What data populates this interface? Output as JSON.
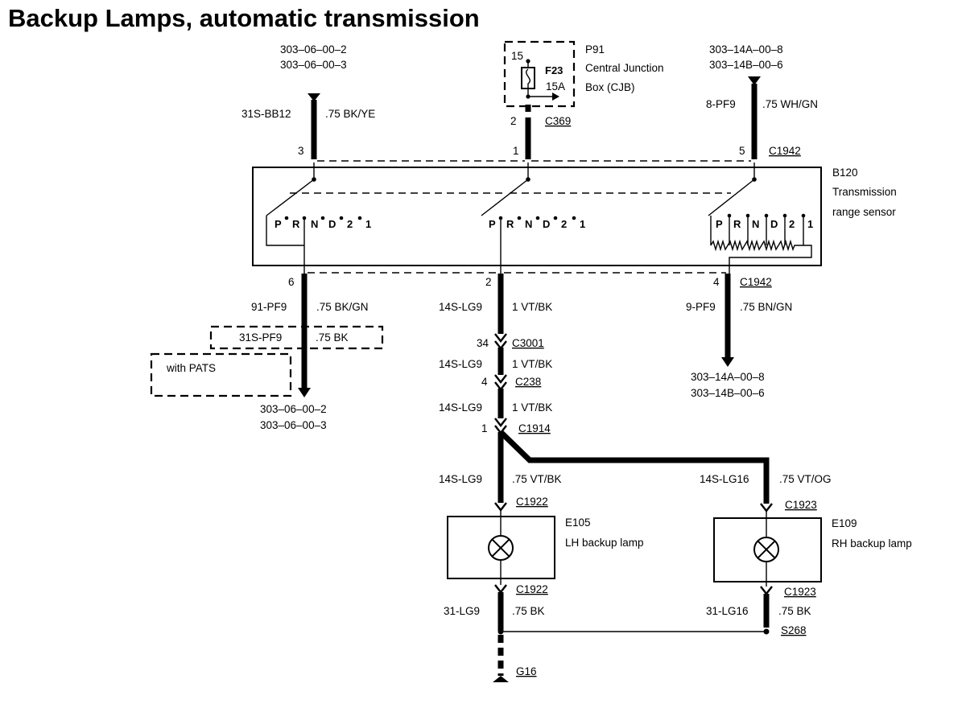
{
  "title": "Backup Lamps, automatic transmission",
  "refs": {
    "top_left_1": "303–06–00–2",
    "top_left_2": "303–06–00–3",
    "top_right_1": "303–14A–00–8",
    "top_right_2": "303–14B–00–6",
    "bottom_left_1": "303–06–00–2",
    "bottom_left_2": "303–06–00–3",
    "bottom_right_1": "303–14A–00–8",
    "bottom_right_2": "303–14B–00–6"
  },
  "cjb": {
    "id": "P91",
    "name_1": "Central Junction",
    "name_2": "Box (CJB)",
    "pin": "15",
    "fuse": "F23",
    "rating": "15A",
    "out_pin": "2",
    "connector": "C369"
  },
  "sensor": {
    "id": "B120",
    "name_1": "Transmission",
    "name_2": "range sensor",
    "connector": "C1942",
    "pins": {
      "p3": "3",
      "p1": "1",
      "p5": "5",
      "p6": "6",
      "p2": "2",
      "p4": "4"
    },
    "positions": [
      "P",
      "R",
      "N",
      "D",
      "2",
      "1"
    ]
  },
  "wires": {
    "w1_circuit": "31S-BB12",
    "w1_spec": ".75 BK/YE",
    "w2_circuit": "8-PF9",
    "w2_spec": ".75 WH/GN",
    "w3_circuit": "91-PF9",
    "w3_spec": ".75 BK/GN",
    "w3_alt_circuit": "31S-PF9",
    "w3_alt_spec": ".75 BK",
    "w3_alt_option": "with PATS",
    "w4_circuit": "14S-LG9",
    "w4_spec": "1 VT/BK",
    "w5_circuit": "9-PF9",
    "w5_spec": ".75 BN/GN",
    "w6_circuit": "14S-LG9",
    "w6_spec": "1 VT/BK",
    "w7_circuit": "14S-LG9",
    "w7_spec": "1 VT/BK",
    "w8_circuit": "14S-LG9",
    "w8_spec": ".75 VT/BK",
    "w9_circuit": "14S-LG16",
    "w9_spec": ".75 VT/OG",
    "w10_circuit": "31-LG9",
    "w10_spec": ".75 BK",
    "w11_circuit": "31-LG16",
    "w11_spec": ".75 BK"
  },
  "connectors": {
    "c3001_pin": "34",
    "c3001": "C3001",
    "c238_pin": "4",
    "c238": "C238",
    "c1914_pin": "1",
    "c1914": "C1914",
    "c1922_top": "C1922",
    "c1922_bottom": "C1922",
    "c1923_top": "C1923",
    "c1923_bottom": "C1923",
    "splice": "S268",
    "ground": "G16"
  },
  "lamps": {
    "lh_id": "E105",
    "lh_name": "LH backup lamp",
    "rh_id": "E109",
    "rh_name": "RH backup lamp"
  }
}
